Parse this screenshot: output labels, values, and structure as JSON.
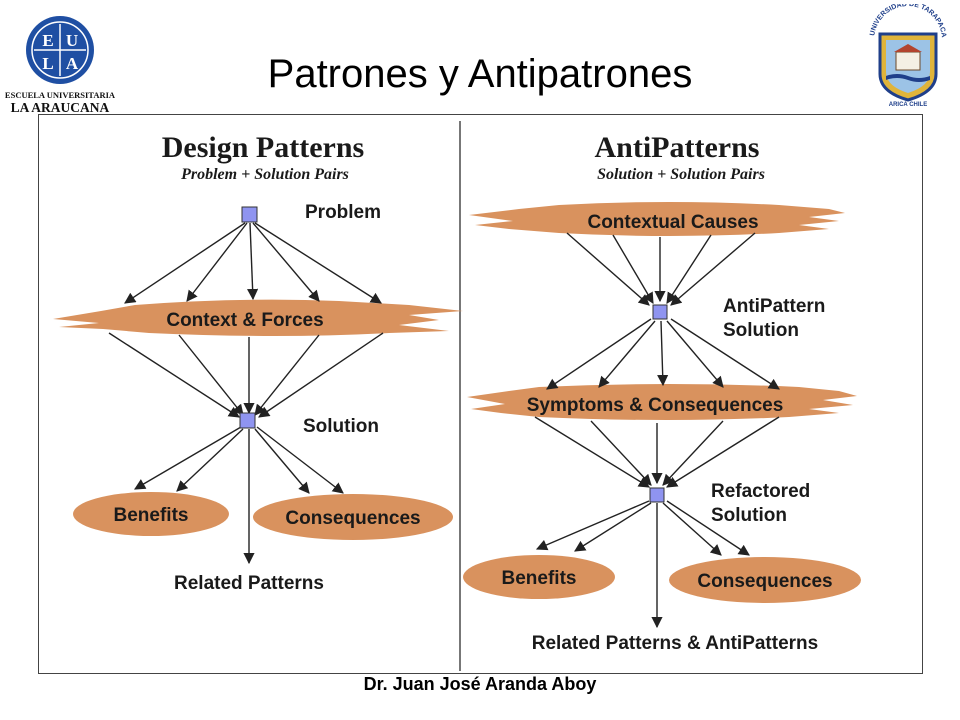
{
  "slide": {
    "title": "Patrones y Antipatrones",
    "footer": "Dr. Juan José Aranda Aboy"
  },
  "logos": {
    "left": {
      "line1": "ESCUELA UNIVERSITARIA",
      "line2": "LA ARAUCANA",
      "letters": [
        "E",
        "U",
        "L",
        "A"
      ]
    },
    "right": {
      "arc_text": "UNIVERSIDAD DE TARAPACA",
      "bottom_text": "ARICA CHILE"
    }
  },
  "diagram": {
    "left": {
      "heading": "Design Patterns",
      "subheading": "Problem + Solution Pairs",
      "problem_label": "Problem",
      "context_label": "Context & Forces",
      "solution_label": "Solution",
      "benefits_label": "Benefits",
      "consequences_label": "Consequences",
      "related_label": "Related Patterns"
    },
    "right": {
      "heading": "AntiPatterns",
      "subheading": "Solution + Solution Pairs",
      "causes_label": "Contextual Causes",
      "antipattern_label_1": "AntiPattern",
      "antipattern_label_2": "Solution",
      "symptoms_label": "Symptoms & Consequences",
      "refactored_label_1": "Refactored",
      "refactored_label_2": "Solution",
      "benefits_label": "Benefits",
      "consequences_label": "Consequences",
      "related_label": "Related Patterns & AntiPatterns"
    }
  },
  "colors": {
    "brush": "#d9925e",
    "node": "#8f94f0",
    "logo_blue": "#1f4fa3",
    "shield_gold": "#e0b43a"
  }
}
